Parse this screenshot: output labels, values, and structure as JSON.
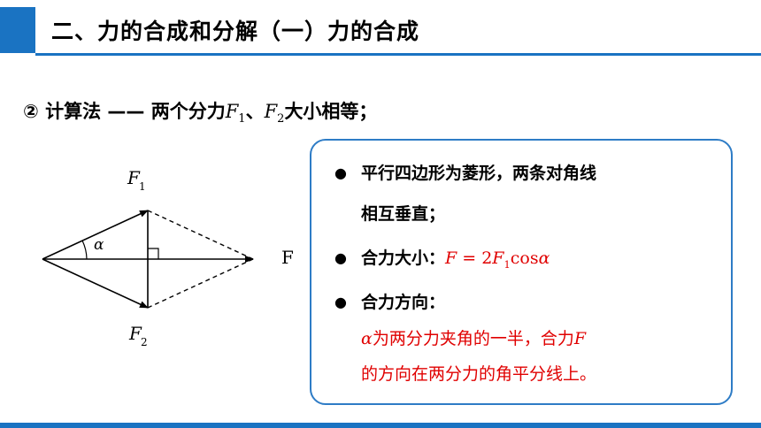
{
  "header": {
    "title": "二、力的合成和分解（一）力的合成",
    "accent_color": "#1a73c2"
  },
  "subheading": {
    "prefix": "② 计算法 —— 两个分力",
    "f1_symbol": "F",
    "f1_sub": "1",
    "separator": "、",
    "f2_symbol": "F",
    "f2_sub": "2",
    "suffix": "大小相等；"
  },
  "diagram": {
    "label_f1": "F",
    "label_f1_sub": "1",
    "label_f2": "F",
    "label_f2_sub": "2",
    "label_resultant": "F",
    "label_angle": "α"
  },
  "info_box": {
    "border_color": "#2e7cc6",
    "bullet1_line1": "平行四边形为菱形，两条对角线",
    "bullet1_line2": "相互垂直；",
    "bullet2_label": "合力大小：",
    "formula": {
      "lhs": "F",
      "equals": " = 2",
      "f": "F",
      "sub": "1",
      "rest": "cos",
      "alpha": "α"
    },
    "bullet3_label": "合力方向：",
    "direction_line1_alpha": "α",
    "direction_line1_text": "为两分力夹角的一半，合力",
    "direction_line1_f": "F",
    "direction_line2": "的方向在两分力的角平分线上。",
    "highlight_color": "#e00000"
  }
}
